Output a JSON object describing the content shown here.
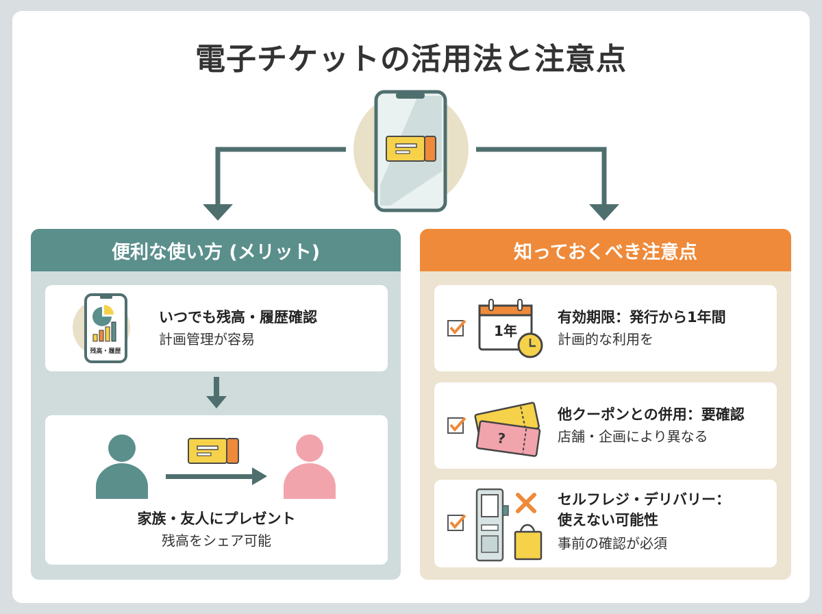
{
  "title": "電子チケットの活用法と注意点",
  "colors": {
    "teal": "#5b8f8c",
    "orange": "#ee8a3a",
    "ticket_yellow": "#f6d24a",
    "pink": "#f2a4ad"
  },
  "center_icon": "smartphone-ticket-icon",
  "merits": {
    "header": "便利な使い方 (メリット)",
    "items": [
      {
        "icon": "phone-chart-icon",
        "icon_caption": "残高・履歴",
        "title": "いつでも残高・履歴確認",
        "desc": "計画管理が容易"
      },
      {
        "icon": "gift-transfer-icon",
        "title": "家族・友人にプレゼント",
        "desc": "残高をシェア可能"
      }
    ]
  },
  "cautions": {
    "header": "知っておくべき注意点",
    "items": [
      {
        "icon": "calendar-clock-icon",
        "icon_caption": "1年",
        "title": "有効期限：発行から1年間",
        "desc": "計画的な利用を"
      },
      {
        "icon": "coupon-question-icon",
        "icon_caption": "?",
        "title": "他クーポンとの併用：要確認",
        "desc": "店舗・企画により異なる"
      },
      {
        "icon": "self-register-delivery-icon",
        "title_line1": "セルフレジ・デリバリー：",
        "title_line2": "使えない可能性",
        "desc": "事前の確認が必須"
      }
    ]
  }
}
